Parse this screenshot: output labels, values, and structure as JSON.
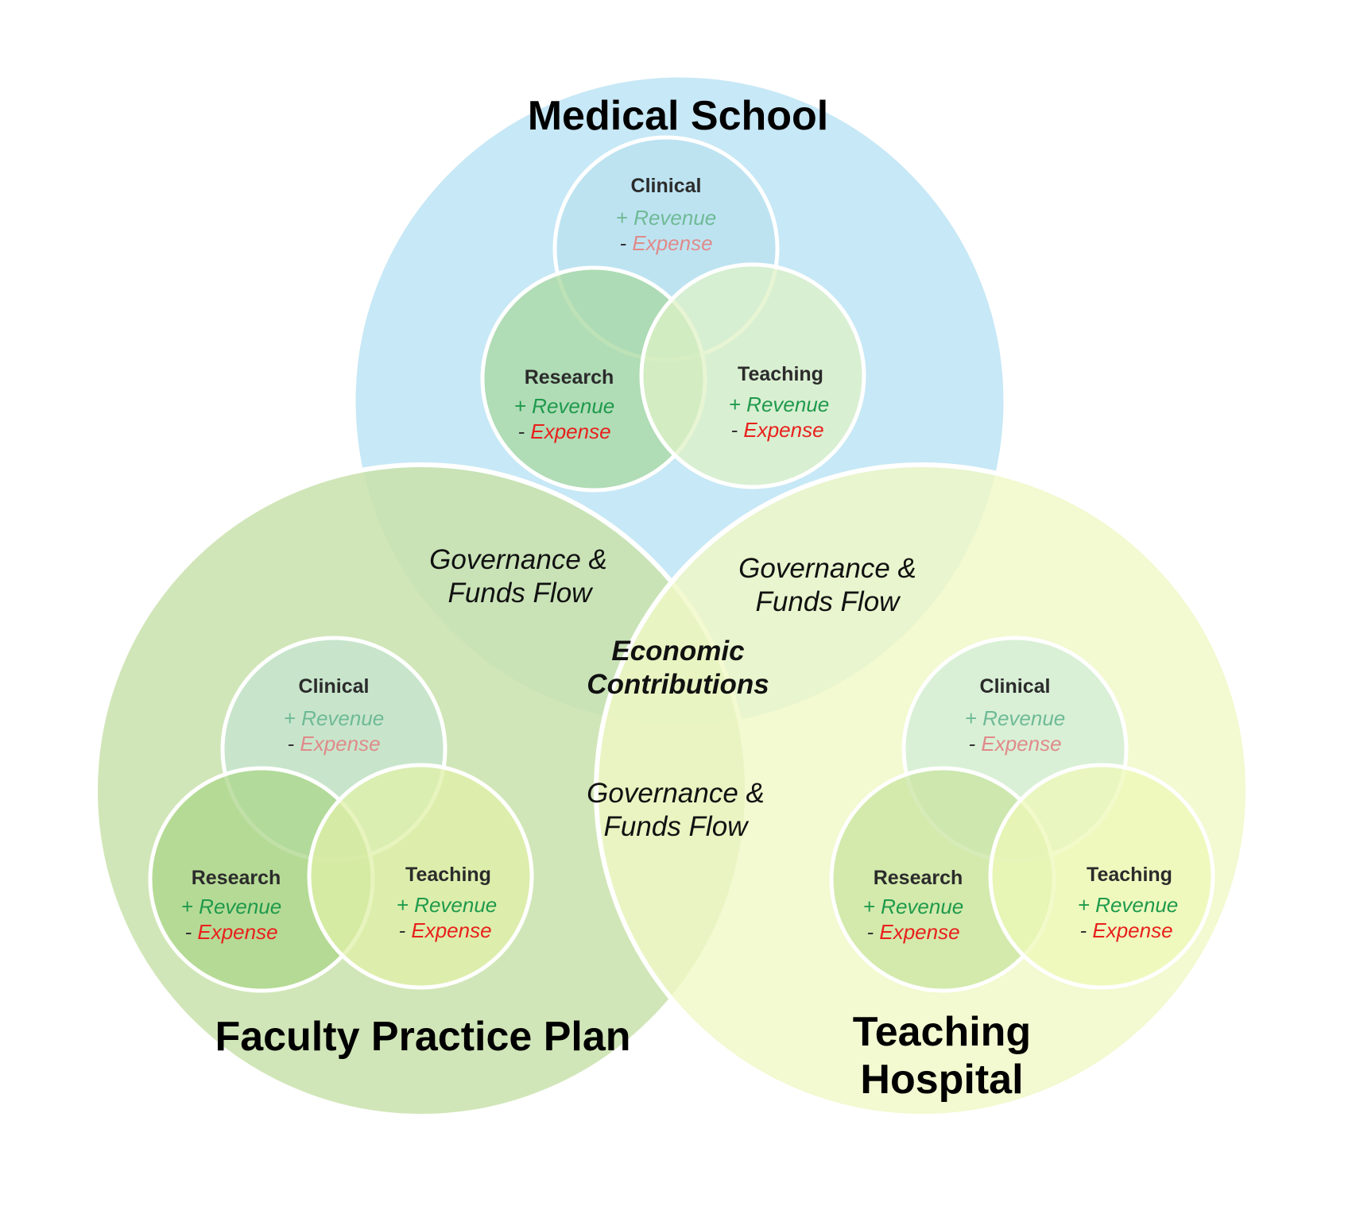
{
  "colors": {
    "medical_school": "#c4e7f6",
    "faculty_practice": "#cde4b3",
    "teaching_hospital": "#f3fad0",
    "revenue": "#1f9a4c",
    "expense": "#e8201c",
    "revenue_muted": "#6fba96",
    "expense_muted": "#e08a8a"
  },
  "organizations": {
    "medical_school": {
      "title": "Medical School",
      "activities": {
        "clinical": {
          "label": "Clinical",
          "revenue": "Revenue",
          "expense": "Expense"
        },
        "research": {
          "label": "Research",
          "revenue": "Revenue",
          "expense": "Expense"
        },
        "teaching": {
          "label": "Teaching",
          "revenue": "Revenue",
          "expense": "Expense"
        }
      }
    },
    "faculty_practice": {
      "title": "Faculty Practice Plan",
      "activities": {
        "clinical": {
          "label": "Clinical",
          "revenue": "Revenue",
          "expense": "Expense"
        },
        "research": {
          "label": "Research",
          "revenue": "Revenue",
          "expense": "Expense"
        },
        "teaching": {
          "label": "Teaching",
          "revenue": "Revenue",
          "expense": "Expense"
        }
      }
    },
    "teaching_hospital": {
      "title_line1": "Teaching",
      "title_line2": "Hospital",
      "activities": {
        "clinical": {
          "label": "Clinical",
          "revenue": "Revenue",
          "expense": "Expense"
        },
        "research": {
          "label": "Research",
          "revenue": "Revenue",
          "expense": "Expense"
        },
        "teaching": {
          "label": "Teaching",
          "revenue": "Revenue",
          "expense": "Expense"
        }
      }
    }
  },
  "signs": {
    "plus": "+",
    "minus": "-"
  },
  "overlaps": {
    "ms_fpp": {
      "line1": "Governance &",
      "line2": "Funds Flow"
    },
    "ms_th": {
      "line1": "Governance &",
      "line2": "Funds Flow"
    },
    "fpp_th": {
      "line1": "Governance &",
      "line2": "Funds Flow"
    },
    "center": {
      "line1": "Economic",
      "line2": "Contributions"
    }
  }
}
